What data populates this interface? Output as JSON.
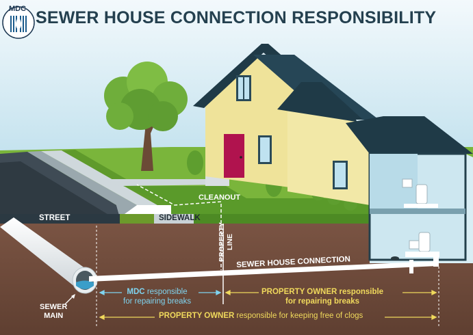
{
  "title": "SEWER HOUSE CONNECTION RESPONSIBILITY",
  "logo": {
    "text": "MDC"
  },
  "labels": {
    "street": "STREET",
    "sidewalk": "SIDEWALK",
    "cleanout": "CLEANOUT",
    "property_line": [
      "PROPERTY",
      "LINE"
    ],
    "sewer_house_connection": "SEWER HOUSE CONNECTION",
    "sewer_main": [
      "SEWER",
      "MAIN"
    ]
  },
  "responsibility": {
    "mdc_owner": "MDC",
    "mdc_rest_1": " responsible",
    "mdc_rest_2": "for repairing breaks",
    "owner_bold": "PROPERTY OWNER",
    "owner_rest_1": " responsible",
    "owner_rest_2": "for repairing breaks",
    "clogs_bold": "PROPERTY OWNER",
    "clogs_rest": " responsible for keeping free of clogs"
  },
  "colors": {
    "title": "#24404f",
    "soil": "#6e4a3a",
    "grass": "#4f8b2a",
    "house_wall": "#efe39a",
    "roof": "#1f3a47",
    "door": "#b0134e",
    "mdc_accent": "#7fd4f0",
    "owner_accent": "#f0d95c"
  }
}
